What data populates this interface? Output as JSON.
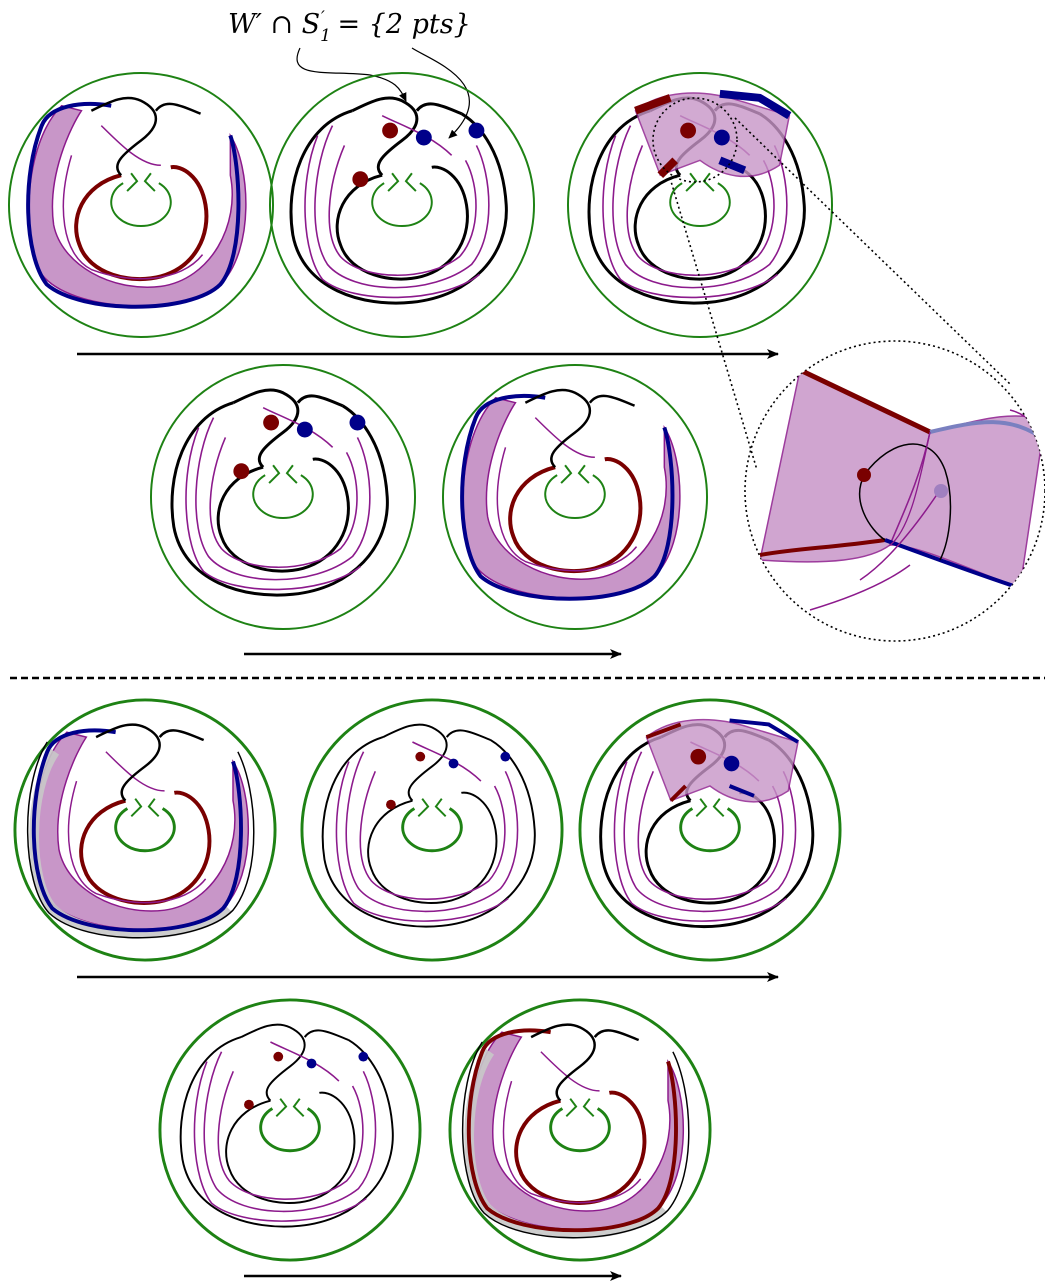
{
  "annotation": {
    "text_before": "W′ ∩ S",
    "subscript": "1",
    "superscript": "′",
    "text_after": " = {2 pts}"
  },
  "colors": {
    "ring": "#1e8214",
    "purple_line": "#8c1a8c",
    "purple_fill": "#c896c8",
    "purple_dark": "#a860a8",
    "red": "#7a0000",
    "blue": "#00008a",
    "black": "#000000",
    "gray": "#c8c8c8"
  },
  "panels_top": [
    {
      "name": "panel-top-1",
      "style": "filled",
      "thick_red": false
    },
    {
      "name": "panel-top-2",
      "style": "dots"
    },
    {
      "name": "panel-top-3",
      "style": "partial"
    },
    {
      "name": "panel-top-4",
      "style": "dots"
    },
    {
      "name": "panel-top-5",
      "style": "filled",
      "thick_red": true
    }
  ],
  "panels_bottom": [
    {
      "name": "panel-bottom-1",
      "style": "filled-gray"
    },
    {
      "name": "panel-bottom-2",
      "style": "dots-small"
    },
    {
      "name": "panel-bottom-3",
      "style": "partial-gray"
    },
    {
      "name": "panel-bottom-4",
      "style": "dots-small"
    },
    {
      "name": "panel-bottom-5",
      "style": "filled-gray-red"
    }
  ]
}
